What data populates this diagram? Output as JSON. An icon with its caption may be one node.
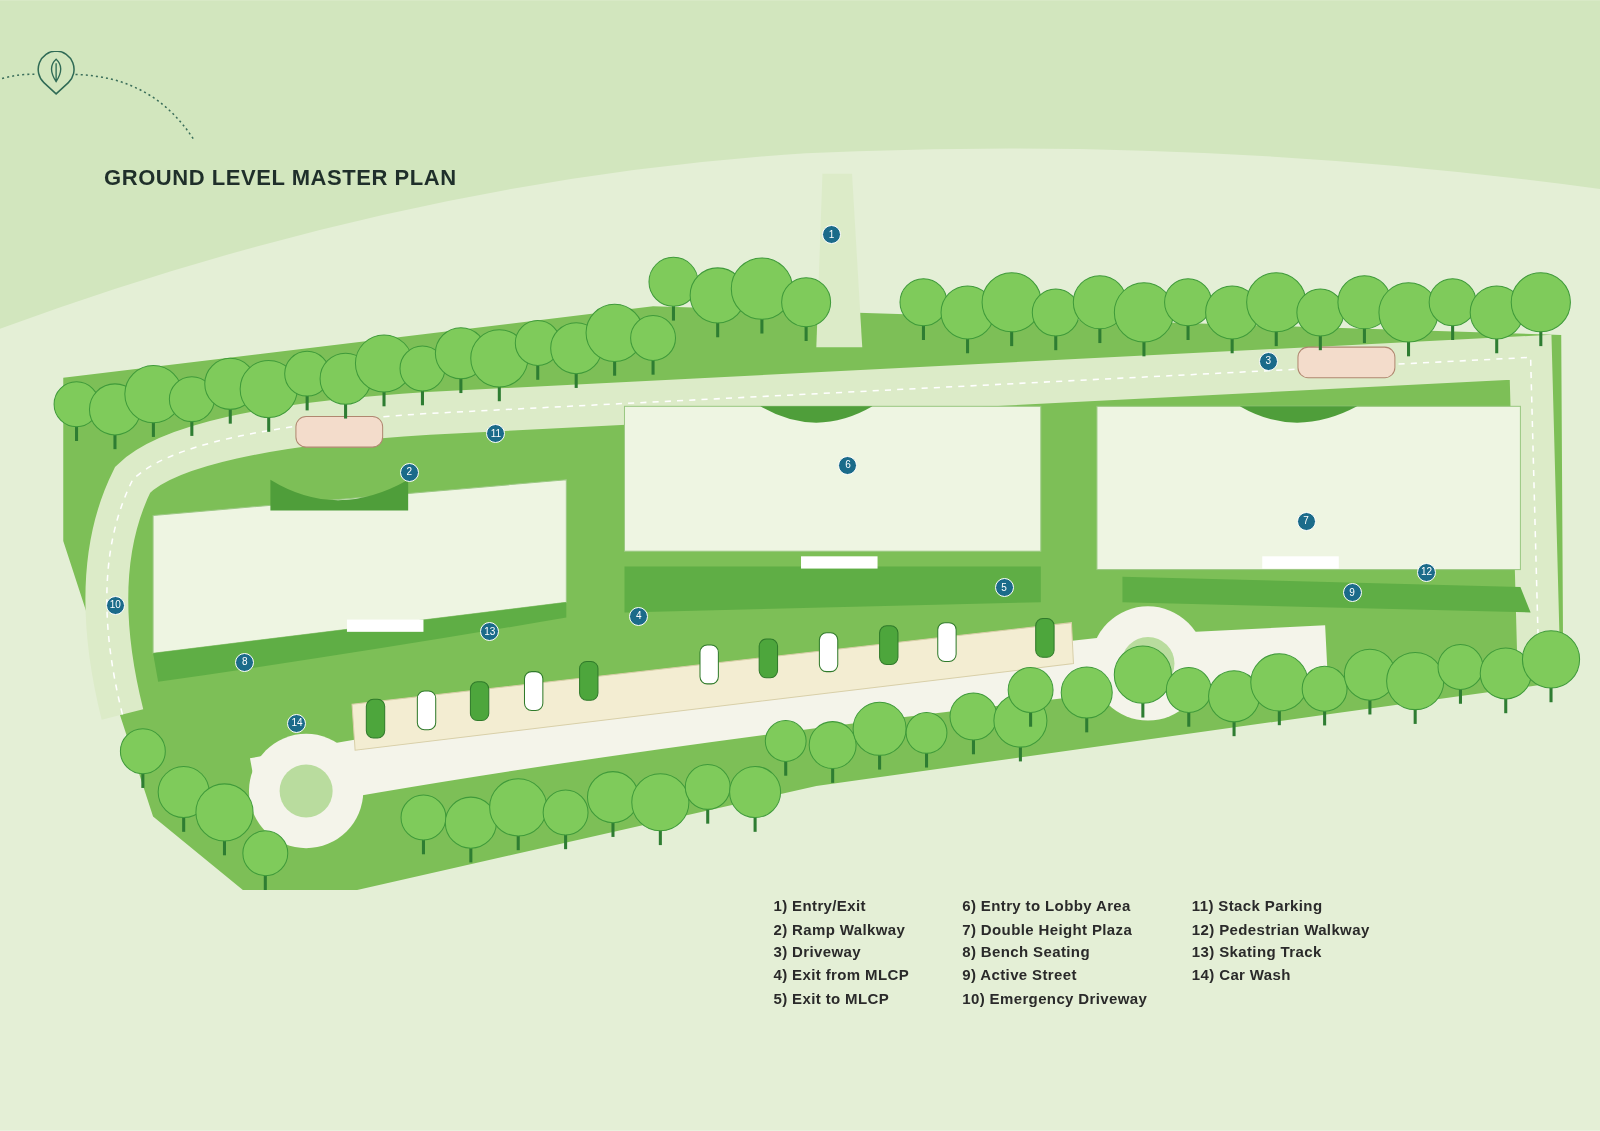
{
  "diagram": {
    "title": "GROUND LEVEL MASTER PLAN",
    "labels": [
      "1",
      "3",
      "11",
      "6",
      "2",
      "7",
      "12",
      "5",
      "9",
      "10",
      "4",
      "13",
      "8",
      "14",
      "1) Entry/Exit",
      "2) Ramp Walkway",
      "3) Driveway",
      "4) Exit from MLCP",
      "5) Exit to MLCP",
      "6) Entry to Lobby Area",
      "7) Double Height Plaza",
      "8) Bench Seating",
      "9) Active Street",
      "10) Emergency Driveway",
      "11) Stack Parking",
      "12) Pedestrian Walkway",
      "13) Skating Track",
      "14) Car Wash"
    ]
  }
}
